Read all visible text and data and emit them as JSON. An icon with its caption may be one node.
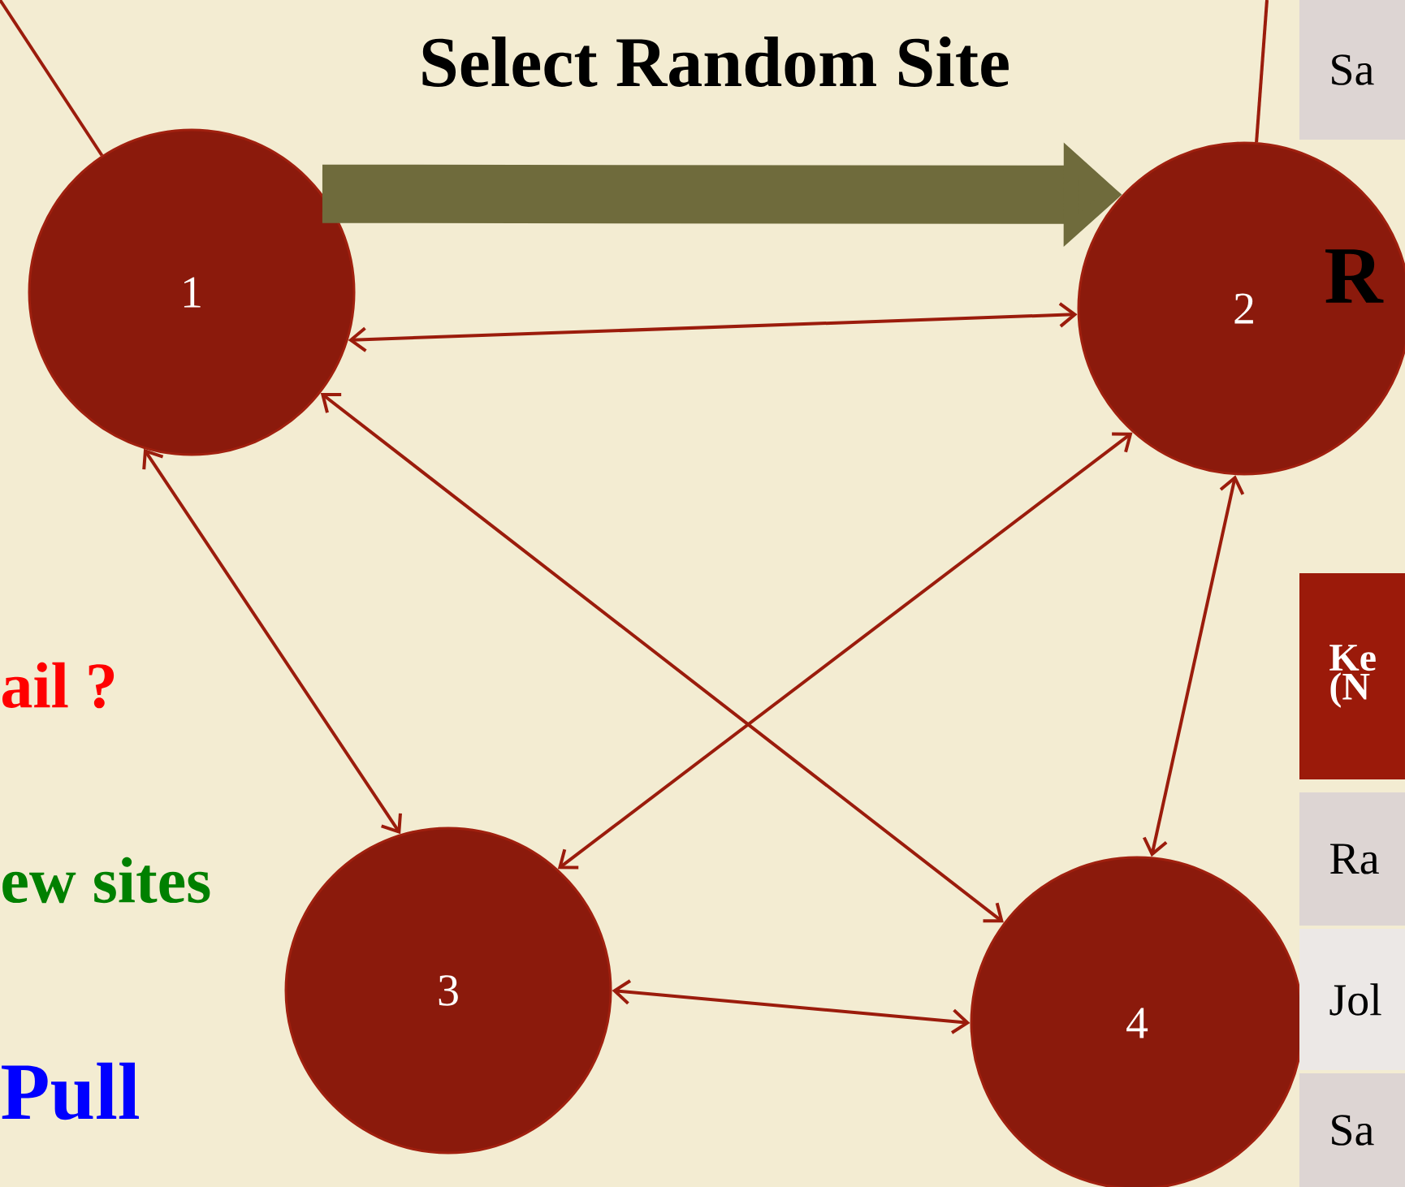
{
  "diagram": {
    "nodes": [
      {
        "text": [
          "1"
        ]
      },
      {
        "text": [
          "2"
        ]
      },
      {
        "text": [
          "3"
        ]
      },
      {
        "text": [
          "4"
        ]
      }
    ],
    "edges": [
      {
        "from": 0,
        "to": 1,
        "arrow": "to",
        "label": "Select Random Site",
        "style": "thick",
        "color": "#6f6b3c"
      },
      {
        "from": 0,
        "to": 1,
        "arrow": "both"
      },
      {
        "from": 0,
        "to": 2,
        "arrow": "both"
      },
      {
        "from": 0,
        "to": 3,
        "arrow": "both"
      },
      {
        "from": 1,
        "to": 2,
        "arrow": "both"
      },
      {
        "from": 1,
        "to": 3,
        "arrow": "both"
      },
      {
        "from": 2,
        "to": 3,
        "arrow": "both"
      },
      {
        "from": null,
        "to": 0,
        "arrow": "none"
      },
      {
        "from": null,
        "to": 1,
        "arrow": "none"
      }
    ],
    "labels": [
      "Sa",
      "R",
      "Ke (N",
      "ail ?",
      "Ra",
      "ew sites",
      "Jol",
      "Pull",
      "Sa"
    ]
  }
}
